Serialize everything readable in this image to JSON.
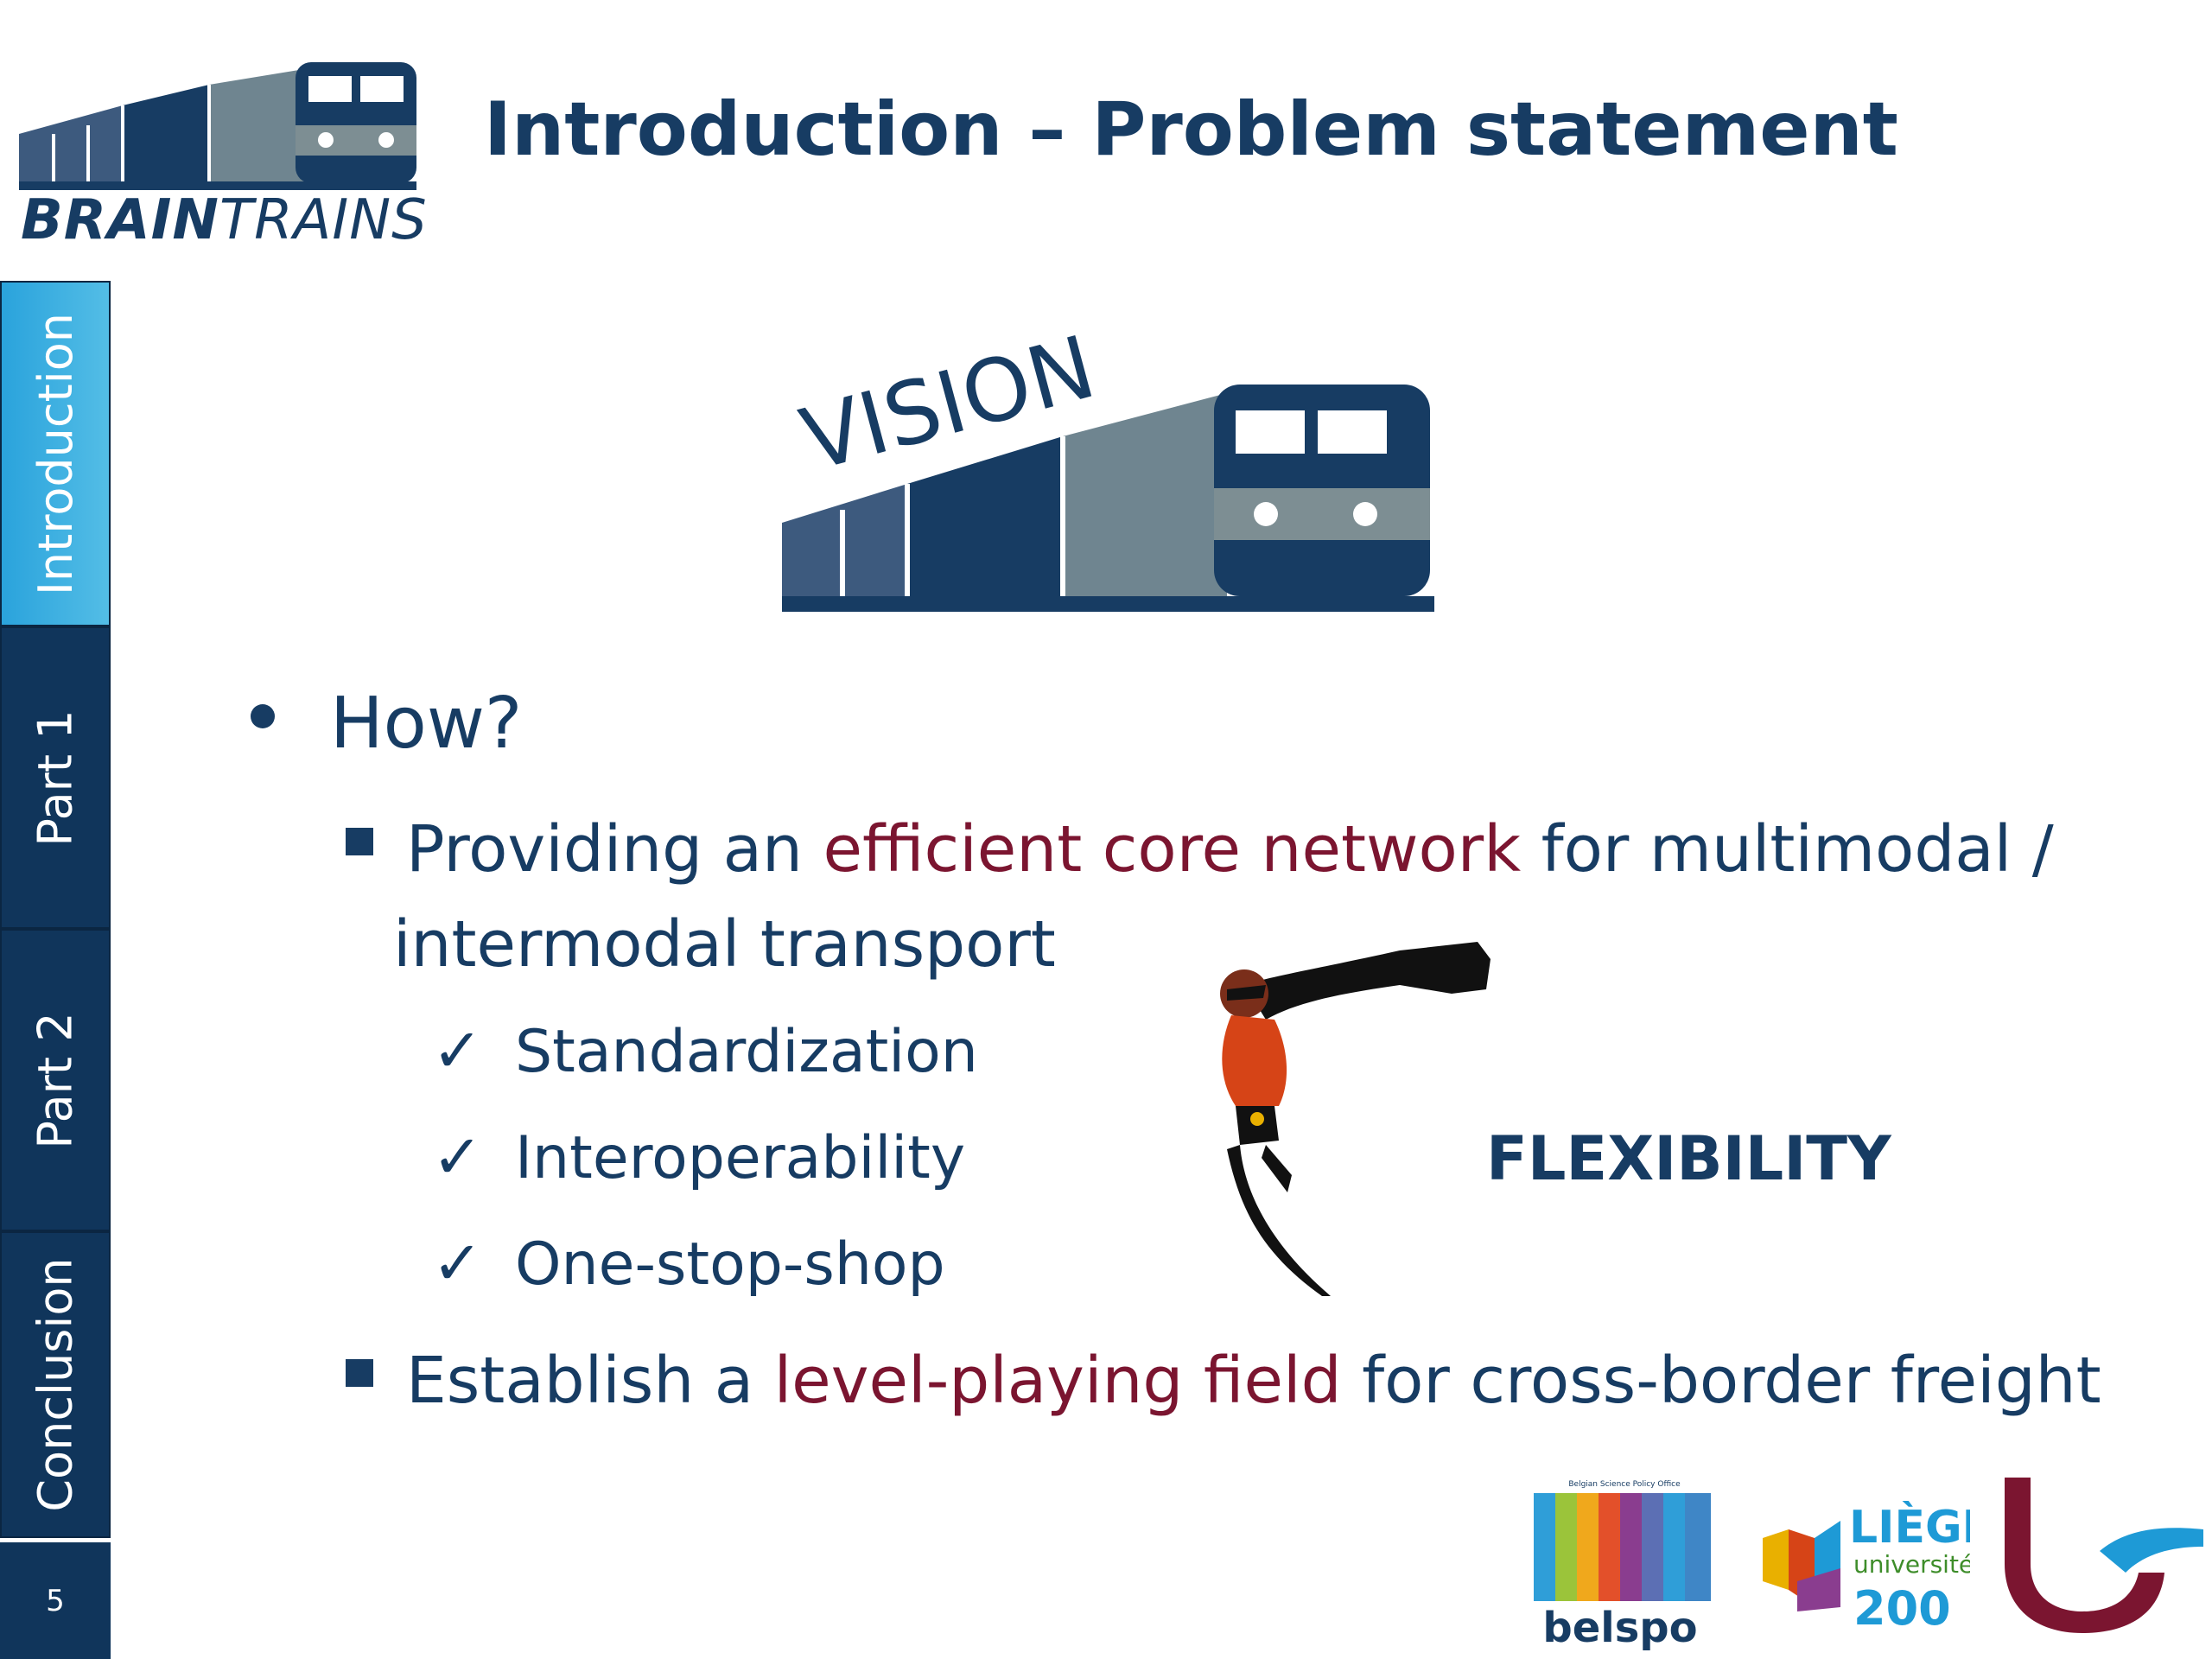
{
  "brand": {
    "name_bold": "BRAIN",
    "name_rest": "TRAINS"
  },
  "slide": {
    "title": "Introduction – Problem statement",
    "page_number": "5"
  },
  "sidebar": {
    "tabs": [
      {
        "label": "Introduction",
        "active": true
      },
      {
        "label": "Part 1",
        "active": false
      },
      {
        "label": "Part 2",
        "active": false
      },
      {
        "label": "Conclusion",
        "active": false
      }
    ]
  },
  "vision": {
    "label": "VISION"
  },
  "content": {
    "bullet_how": "How?",
    "item1": {
      "pre": "Providing an ",
      "highlight": "efficient core network",
      "post": " for multimodal /",
      "line2": "intermodal transport"
    },
    "checks": [
      "Standardization",
      "Interoperability",
      "One-stop-shop"
    ],
    "item2": {
      "pre": "Establish a ",
      "highlight": "level-playing field",
      "post": " for cross-border freight"
    },
    "flex_label": "FLEXIBILITY"
  },
  "logos": {
    "belspo_top": "Belgian Science Policy Office",
    "belspo": "belspo",
    "liege_1": "LIÈGE",
    "liege_2": "université",
    "liege_3": "200"
  },
  "colors": {
    "navy": "#173c63",
    "highlight": "#7b1530",
    "tab_active": "#2aa3dc",
    "tab": "#10355b"
  }
}
